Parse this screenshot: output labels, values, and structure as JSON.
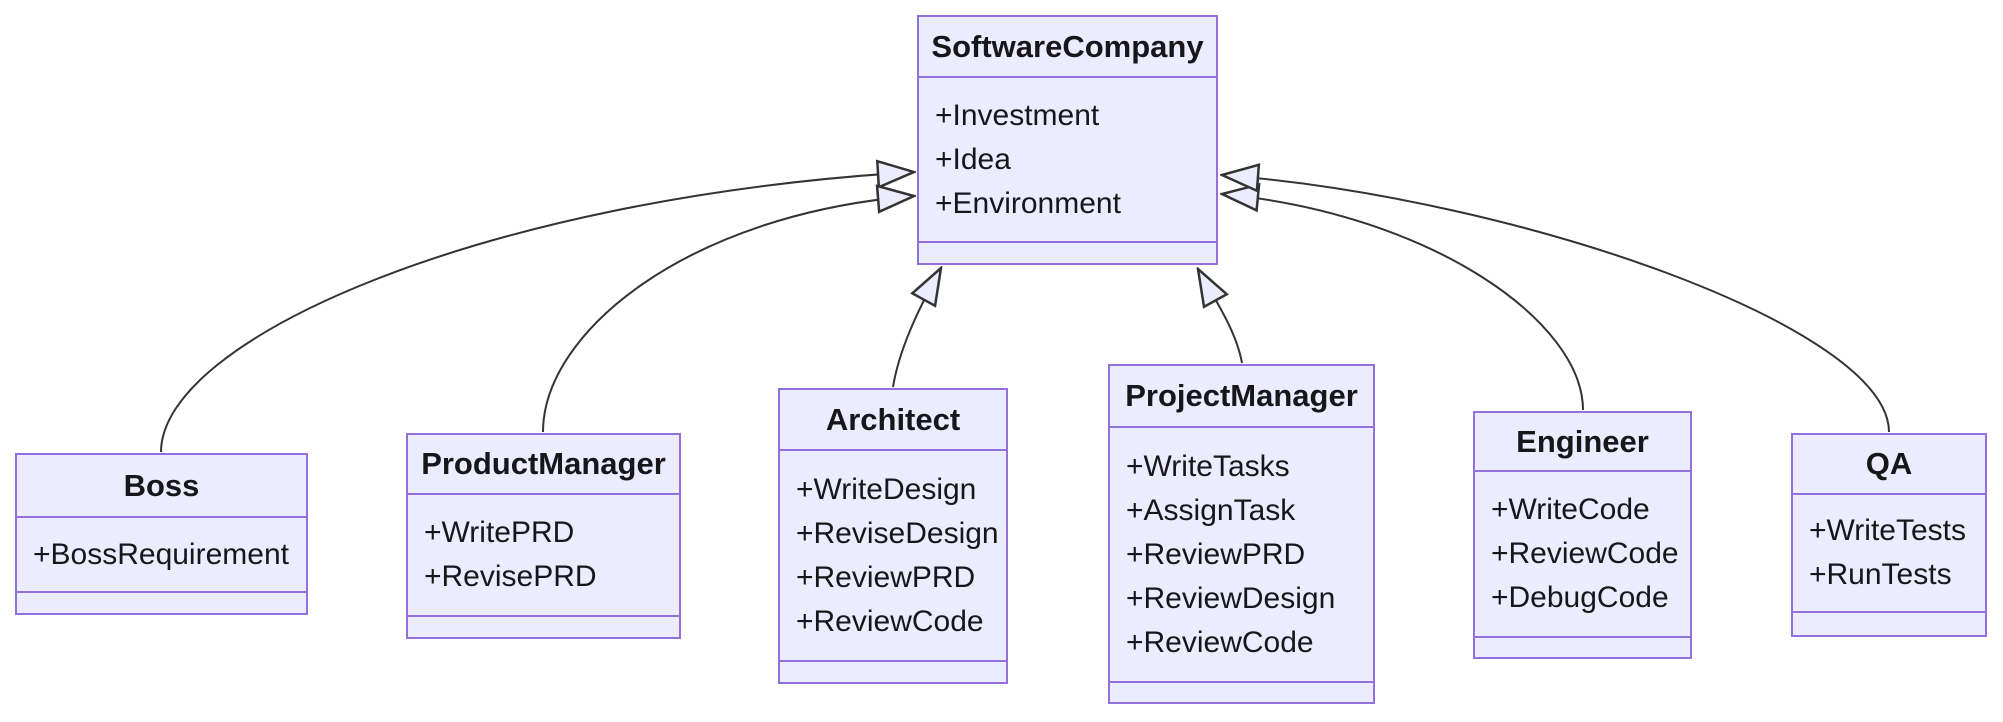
{
  "diagram": {
    "kind": "uml-class-diagram",
    "relation_type": "inheritance",
    "parent_class": "SoftwareCompany",
    "classes": [
      {
        "id": "SoftwareCompany",
        "title": "SoftwareCompany",
        "attributes": [
          "+Investment",
          "+Idea",
          "+Environment"
        ]
      },
      {
        "id": "Boss",
        "title": "Boss",
        "attributes": [
          "+BossRequirement"
        ]
      },
      {
        "id": "ProductManager",
        "title": "ProductManager",
        "attributes": [
          "+WritePRD",
          "+RevisePRD"
        ]
      },
      {
        "id": "Architect",
        "title": "Architect",
        "attributes": [
          "+WriteDesign",
          "+ReviseDesign",
          "+ReviewPRD",
          "+ReviewCode"
        ]
      },
      {
        "id": "ProjectManager",
        "title": "ProjectManager",
        "attributes": [
          "+WriteTasks",
          "+AssignTask",
          "+ReviewPRD",
          "+ReviewDesign",
          "+ReviewCode"
        ]
      },
      {
        "id": "Engineer",
        "title": "Engineer",
        "attributes": [
          "+WriteCode",
          "+ReviewCode",
          "+DebugCode"
        ]
      },
      {
        "id": "QA",
        "title": "QA",
        "attributes": [
          "+WriteTests",
          "+RunTests"
        ]
      }
    ],
    "edges": [
      {
        "from": "Boss",
        "to": "SoftwareCompany",
        "type": "inheritance"
      },
      {
        "from": "ProductManager",
        "to": "SoftwareCompany",
        "type": "inheritance"
      },
      {
        "from": "Architect",
        "to": "SoftwareCompany",
        "type": "inheritance"
      },
      {
        "from": "ProjectManager",
        "to": "SoftwareCompany",
        "type": "inheritance"
      },
      {
        "from": "Engineer",
        "to": "SoftwareCompany",
        "type": "inheritance"
      },
      {
        "from": "QA",
        "to": "SoftwareCompany",
        "type": "inheritance"
      }
    ],
    "colors": {
      "node_fill": "#ECECFF",
      "node_border": "#9370DB",
      "edge_line": "#333333",
      "text": "#17171b",
      "background": "#ffffff"
    }
  }
}
